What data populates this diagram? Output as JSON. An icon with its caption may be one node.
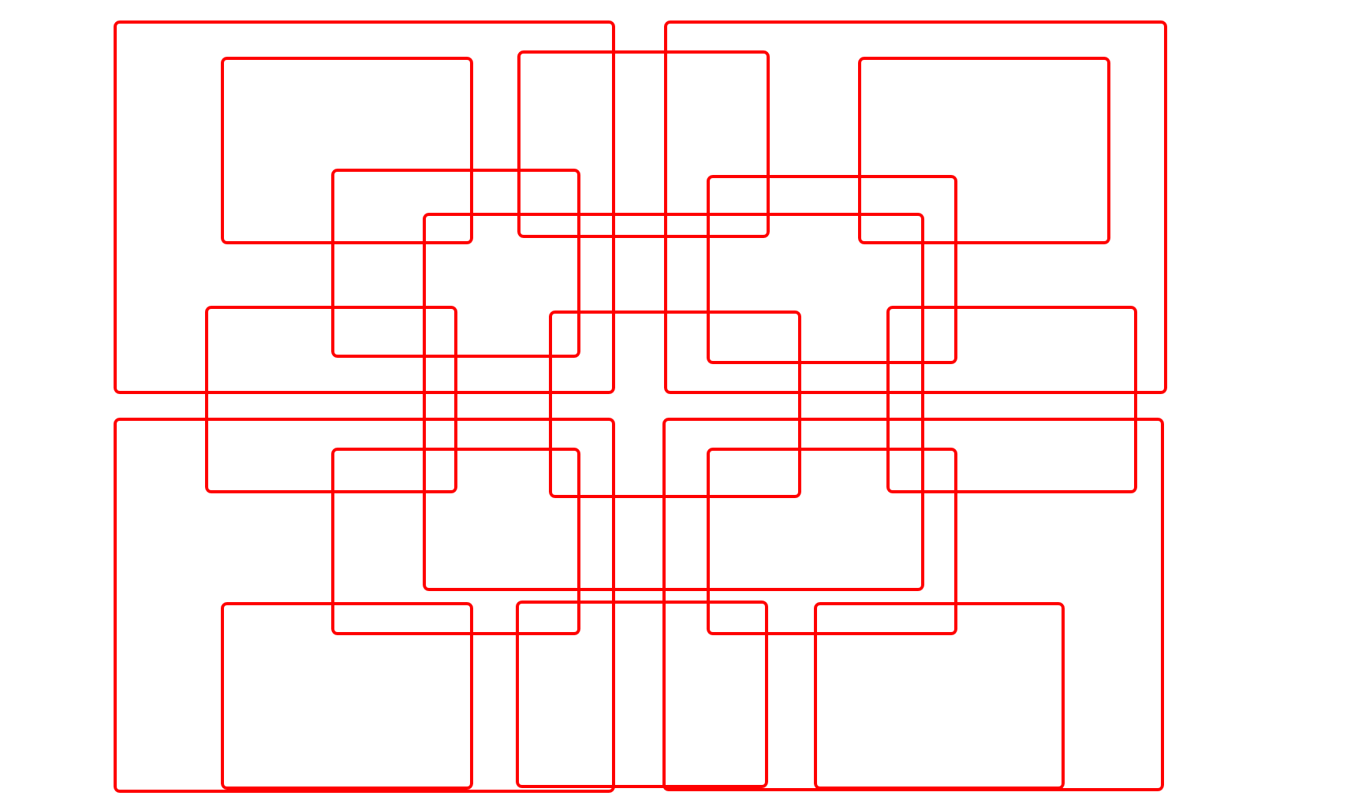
{
  "diagram": {
    "nodes": [
      {
        "text": [],
        "shape": "box"
      },
      {
        "text": [],
        "shape": "box"
      },
      {
        "text": [],
        "shape": "box",
        "in": 0
      },
      {
        "text": [],
        "shape": "box"
      },
      {
        "text": [],
        "shape": "box",
        "in": 1
      },
      {
        "text": [],
        "shape": "box",
        "in": 0
      },
      {
        "text": [],
        "shape": "box",
        "in": 1
      },
      {
        "text": [],
        "shape": "box"
      },
      {
        "text": [],
        "shape": "box"
      },
      {
        "text": [],
        "shape": "box",
        "in": 7
      },
      {
        "text": [],
        "shape": "box"
      },
      {
        "text": [],
        "shape": "box"
      },
      {
        "text": [],
        "shape": "box"
      },
      {
        "text": [],
        "shape": "box",
        "in": 11
      },
      {
        "text": [],
        "shape": "box",
        "in": 12
      },
      {
        "text": [],
        "shape": "box",
        "in": 11
      },
      {
        "text": [],
        "shape": "box"
      },
      {
        "text": [],
        "shape": "box",
        "in": 12
      }
    ]
  }
}
